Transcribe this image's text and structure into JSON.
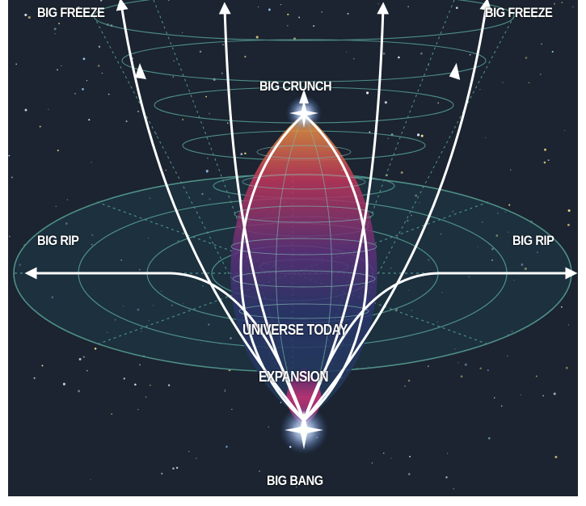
{
  "labels": {
    "big_freeze_left": "BIG FREEZE",
    "big_freeze_right": "BIG FREEZE",
    "big_crunch": "BIG CRUNCH",
    "big_rip_left": "BIG RIP",
    "big_rip_right": "BIG RIP",
    "universe_today": "UNIVERSE TODAY",
    "expansion": "EXPANSION",
    "big_bang": "BIG BANG"
  },
  "colors": {
    "background": "#1b2430",
    "grid": "#4f8f87",
    "path": "#ffffff"
  }
}
